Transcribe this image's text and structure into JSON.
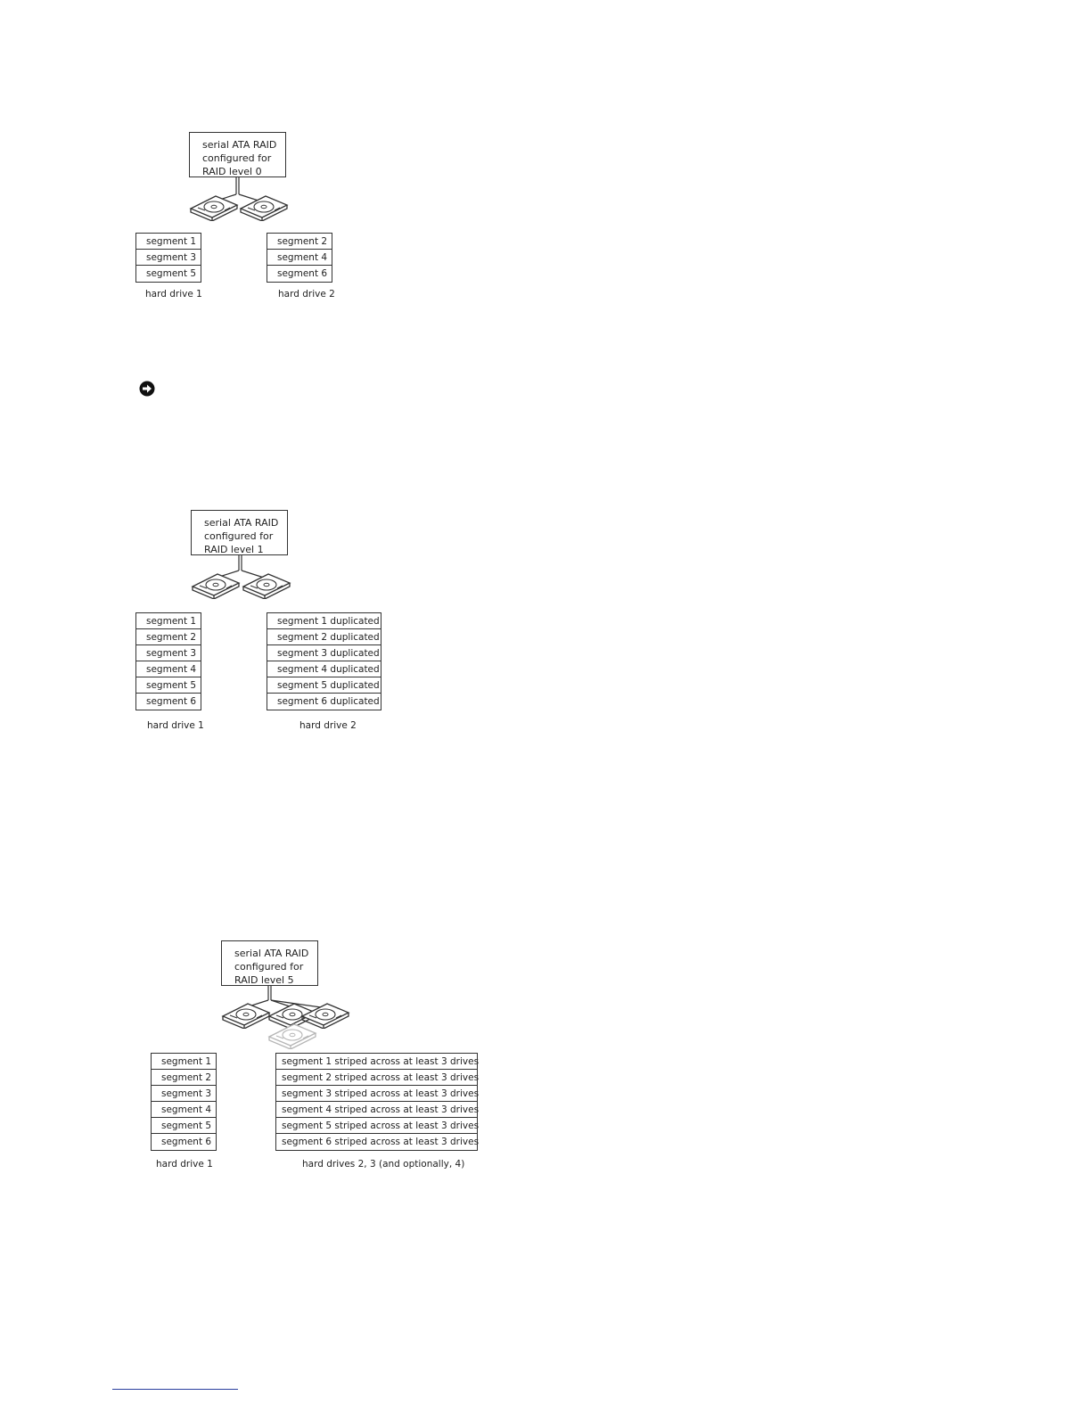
{
  "raid0": {
    "controller": [
      "serial ATA RAID",
      "configured for",
      "RAID level 0"
    ],
    "drive1": {
      "segments": [
        "segment 1",
        "segment 3",
        "segment 5"
      ],
      "label": "hard drive 1"
    },
    "drive2": {
      "segments": [
        "segment 2",
        "segment 4",
        "segment 6"
      ],
      "label": "hard drive 2"
    }
  },
  "raid1": {
    "controller": [
      "serial ATA RAID",
      "configured for",
      "RAID level 1"
    ],
    "drive1": {
      "segments": [
        "segment 1",
        "segment 2",
        "segment 3",
        "segment 4",
        "segment 5",
        "segment 6"
      ],
      "label": "hard drive 1"
    },
    "drive2": {
      "segments": [
        "segment 1 duplicated",
        "segment 2 duplicated",
        "segment 3 duplicated",
        "segment 4 duplicated",
        "segment 5 duplicated",
        "segment 6 duplicated"
      ],
      "label": "hard drive 2"
    }
  },
  "raid5": {
    "controller": [
      "serial ATA RAID",
      "configured for",
      "RAID level 5"
    ],
    "drive1": {
      "segments": [
        "segment 1",
        "segment 2",
        "segment 3",
        "segment 4",
        "segment 5",
        "segment 6"
      ],
      "label": "hard drive 1"
    },
    "drive2": {
      "segments": [
        "segment 1 striped across at least 3 drives",
        "segment 2 striped across at least 3 drives",
        "segment 3 striped across at least 3 drives",
        "segment 4 striped across at least 3 drives",
        "segment 5 striped across at least 3 drives",
        "segment 6 striped across at least 3 drives"
      ],
      "label": "hard drives 2, 3 (and optionally, 4)"
    }
  },
  "icons": {
    "notice": "notice-arrow-icon",
    "drive": "hard-drive-icon"
  },
  "colors": {
    "line": "#333333",
    "link_rule": "#2a3f9e"
  }
}
